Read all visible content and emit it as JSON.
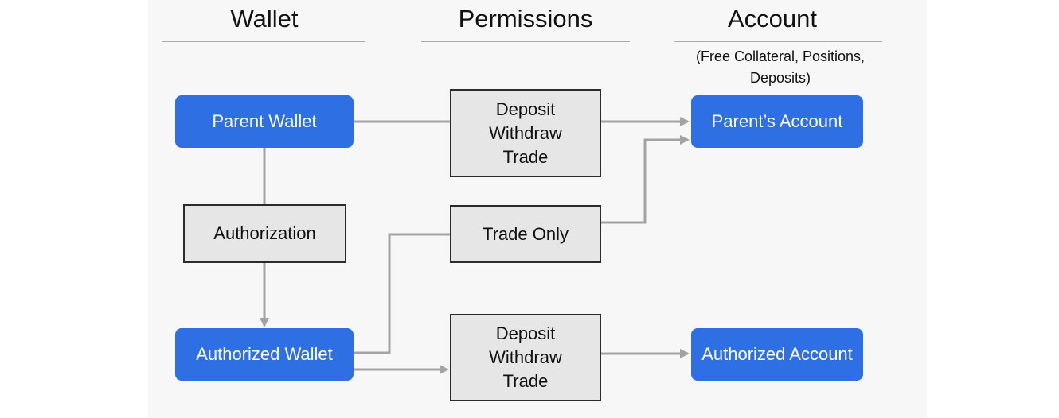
{
  "columns": {
    "wallet": "Wallet",
    "permissions": "Permissions",
    "account": "Account",
    "account_note_line1": "(Free Collateral, Positions,",
    "account_note_line2": "Deposits)"
  },
  "nodes": {
    "parent_wallet": "Parent Wallet",
    "authorization": "Authorization",
    "authorized_wallet": "Authorized Wallet",
    "parent_account": "Parent’s Account",
    "authorized_account": "Authorized Account",
    "perm_full_top": [
      "Deposit",
      "Withdraw",
      "Trade"
    ],
    "perm_trade_only": "Trade Only",
    "perm_full_bottom": [
      "Deposit",
      "Withdraw",
      "Trade"
    ]
  },
  "colors": {
    "node_blue": "#2f6fe4",
    "box_gray": "#e6e6e6",
    "connector": "#a3a3a3"
  }
}
